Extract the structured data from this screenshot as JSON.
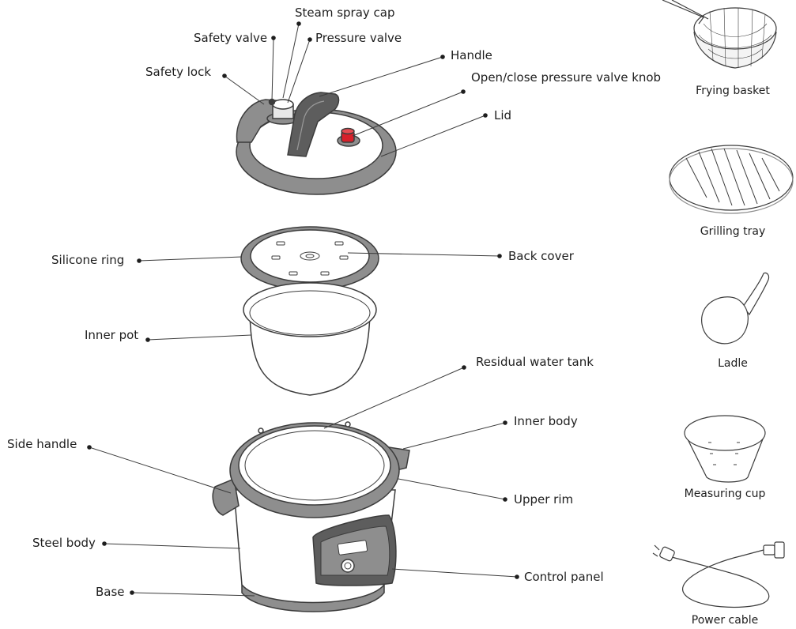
{
  "labels": {
    "steam_spray_cap": "Steam spray cap",
    "safety_valve": "Safety valve",
    "pressure_valve": "Pressure valve",
    "handle": "Handle",
    "safety_lock": "Safety lock",
    "open_close_knob": "Open/close pressure valve knob",
    "lid": "Lid",
    "silicone_ring": "Silicone ring",
    "back_cover": "Back cover",
    "inner_pot": "Inner pot",
    "residual_water_tank": "Residual water tank",
    "inner_body": "Inner body",
    "side_handle": "Side handle",
    "upper_rim": "Upper rim",
    "steel_body": "Steel body",
    "control_panel": "Control panel",
    "base": "Base"
  },
  "accessories": {
    "frying_basket": "Frying basket",
    "grilling_tray": "Grilling tray",
    "ladle": "Ladle",
    "measuring_cup": "Measuring cup",
    "power_cable": "Power cable"
  },
  "colors": {
    "outline": "#3c3c3c",
    "gray_part": "#8e8e8e",
    "dark_gray": "#5d5d5d",
    "knob_red": "#d8202a",
    "label_text": "#1e1e1e"
  }
}
